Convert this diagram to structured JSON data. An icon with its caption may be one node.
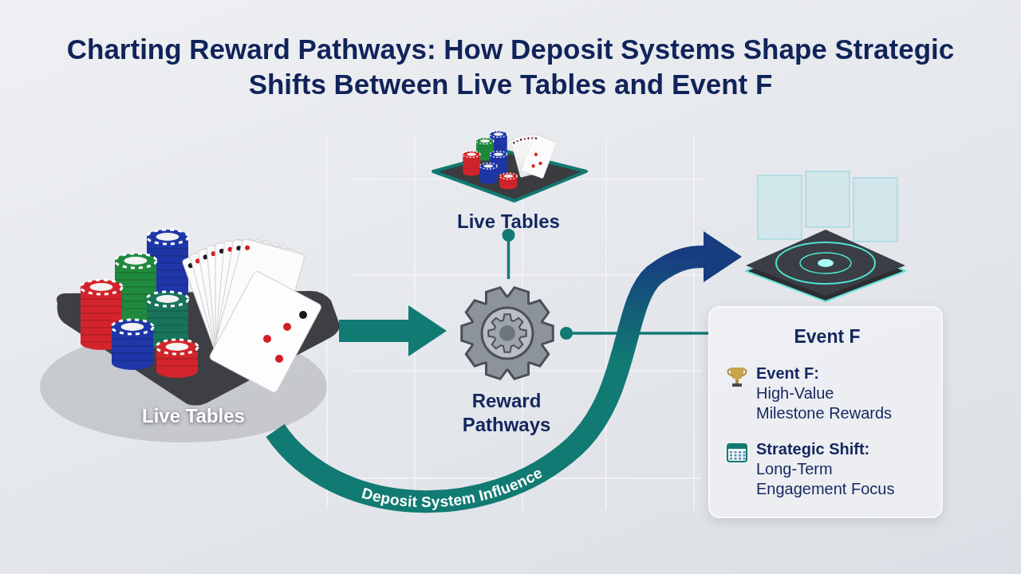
{
  "diagram": {
    "title": "Charting Reward Pathways: How Deposit Systems Shape Strategic Shifts Between Live Tables and Event F",
    "nodes": [
      {
        "text": [
          "Live Tables"
        ]
      },
      {
        "text": [
          "Live Tables"
        ]
      },
      {
        "text": [
          "Reward Pathways"
        ]
      },
      {
        "text": [],
        "shape": "picture"
      },
      {
        "text": [
          "Event F",
          "**Event F:** High-Value Milestone Rewards",
          "**Strategic Shift:** Long-Term Engagement Focus"
        ]
      }
    ],
    "edges": [
      {
        "from": 0,
        "to": 2,
        "arrow": "to",
        "style": "thick"
      },
      {
        "from": 1,
        "to": 2,
        "arrow": "other"
      },
      {
        "from": 2,
        "to": 4,
        "arrow": "other"
      },
      {
        "from": 0,
        "to": 3,
        "arrow": "to",
        "style": "thick",
        "label": "Deposit System Influence",
        "color": "#173c80"
      }
    ]
  }
}
